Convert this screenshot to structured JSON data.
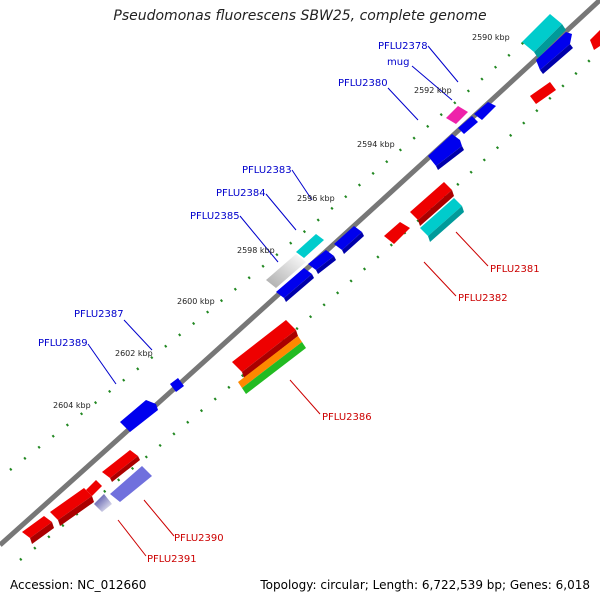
{
  "title": "Pseudomonas fluorescens SBW25, complete genome",
  "footer": {
    "accession": "Accession: NC_012660",
    "summary": "Topology: circular; Length: 6,722,539 bp; Genes: 6,018"
  },
  "colors": {
    "backbone": "#777777",
    "forward_label": "#0000cc",
    "reverse_label": "#cc0000",
    "tick": "#228822"
  },
  "ticks": [
    "2590 kbp",
    "2592 kbp",
    "2594 kbp",
    "2596 kbp",
    "2598 kbp",
    "2600 kbp",
    "2602 kbp",
    "2604 kbp"
  ],
  "forward_labels": [
    "PFLU2378",
    "mug",
    "PFLU2380",
    "PFLU2383",
    "PFLU2384",
    "PFLU2385",
    "PFLU2387",
    "PFLU2389"
  ],
  "reverse_labels": [
    "PFLU2381",
    "PFLU2382",
    "PFLU2386",
    "PFLU2390",
    "PFLU2391"
  ]
}
